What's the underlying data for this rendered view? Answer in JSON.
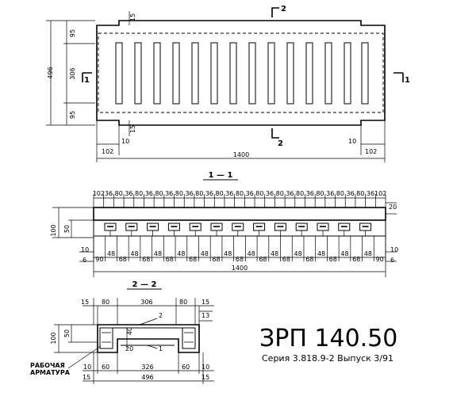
{
  "title": "ЗРП 140.50",
  "subtitle": "Серия 3.818.9-2 Выпуск 3/91",
  "plan": {
    "dim_total_width": "496",
    "dim_top": "95",
    "dim_mid": "306",
    "dim_bottom": "95",
    "dim_15_top": "15",
    "dim_15_bottom": "15",
    "dim_10_left": "10",
    "dim_10_right": "10",
    "dim_102_left": "102",
    "dim_102_right": "102",
    "dim_length": "1400",
    "cut_2": "2",
    "cut_1": "1"
  },
  "section_1": {
    "label": "1 — 1",
    "top_dims": [
      "102",
      "36",
      "80",
      "36",
      "80",
      "36",
      "80",
      "36",
      "80",
      "36",
      "80",
      "36",
      "80",
      "36",
      "80",
      "36",
      "80",
      "36",
      "80",
      "36",
      "80",
      "36",
      "80",
      "36",
      "80",
      "36",
      "80",
      "36",
      "102"
    ],
    "bottom_dims": [
      "90",
      "48",
      "68",
      "48",
      "68",
      "48",
      "68",
      "48",
      "68",
      "48",
      "68",
      "48",
      "68",
      "48",
      "68",
      "48",
      "68",
      "48",
      "68",
      "48",
      "68",
      "48",
      "68",
      "48",
      "90"
    ],
    "left_dims": [
      "100",
      "50",
      "10",
      "6"
    ],
    "right_dims": [
      "20",
      "10",
      "6"
    ],
    "dim_length": "1400"
  },
  "section_2": {
    "label": "2 — 2",
    "top_dims": [
      "15",
      "80",
      "306",
      "80",
      "15"
    ],
    "right_dims": [
      "15",
      "13"
    ],
    "left_dims": [
      "100",
      "50"
    ],
    "inner_dims": [
      "40",
      "20"
    ],
    "callouts": [
      "2",
      "1"
    ],
    "bottom_dims": [
      "10",
      "60",
      "326",
      "60",
      "10"
    ],
    "under_dims": [
      "15",
      "496",
      "15"
    ],
    "rebar_label_line1": "РАБОЧАЯ",
    "rebar_label_line2": "АРМАТУРА"
  }
}
